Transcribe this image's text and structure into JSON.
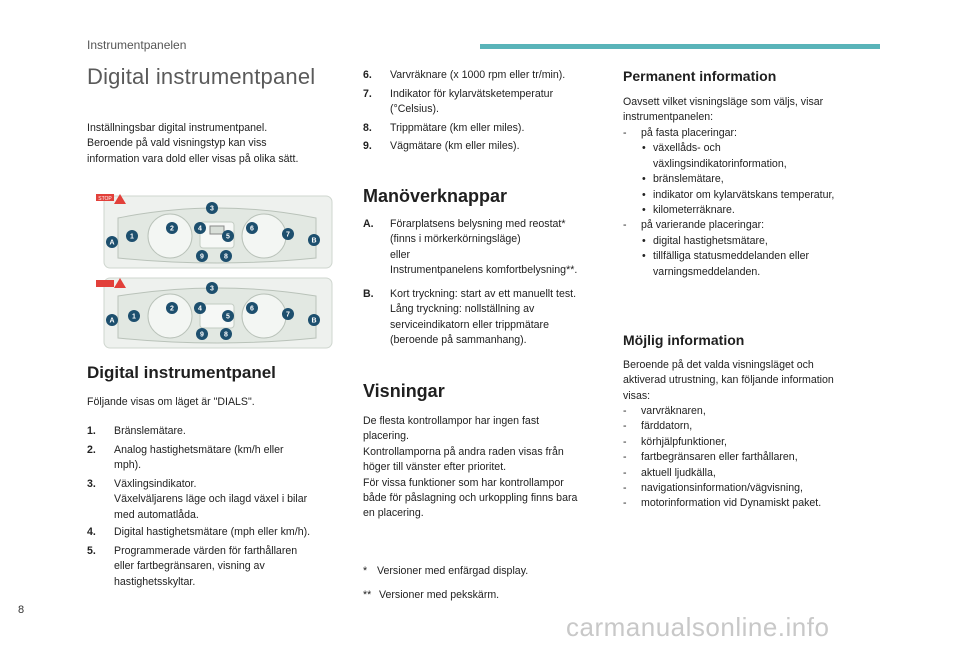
{
  "header": {
    "section": "Instrumentpanelen",
    "accent_color": "#59b4b9"
  },
  "col1": {
    "title": "Digital instrumentpanel",
    "intro": [
      "Inställningsbar digital instrumentpanel.",
      "Beroende på vald visningstyp kan viss",
      "information vara dold eller visas på olika sätt."
    ],
    "diagram_labels": {
      "numbers": [
        "1",
        "2",
        "3",
        "4",
        "5",
        "6",
        "7",
        "8",
        "9"
      ],
      "letters": [
        "A",
        "B"
      ],
      "warning": "STOP"
    },
    "subtitle": "Digital instrumentpanel",
    "subintro": "Följande visas om läget är \"DIALS\".",
    "items": [
      {
        "num": "1.",
        "lines": [
          "Bränslemätare."
        ]
      },
      {
        "num": "2.",
        "lines": [
          "Analog hastighetsmätare (km/h eller",
          "mph)."
        ]
      },
      {
        "num": "3.",
        "lines": [
          "Växlingsindikator.",
          "Växelväljarens läge och ilagd växel i bilar",
          "med automatlåda."
        ]
      },
      {
        "num": "4.",
        "lines": [
          "Digital hastighetsmätare (mph eller km/h)."
        ]
      },
      {
        "num": "5.",
        "lines": [
          "Programmerade värden för farthållaren",
          "eller fartbegränsaren, visning av",
          "hastighetsskyltar."
        ]
      }
    ]
  },
  "col2": {
    "items": [
      {
        "num": "6.",
        "lines": [
          "Varvräknare (x 1000 rpm eller tr/min)."
        ]
      },
      {
        "num": "7.",
        "lines": [
          "Indikator för kylarvätsketemperatur",
          "(°Celsius)."
        ]
      },
      {
        "num": "8.",
        "lines": [
          "Trippmätare (km eller miles)."
        ]
      },
      {
        "num": "9.",
        "lines": [
          "Vägmätare (km eller miles)."
        ]
      }
    ],
    "controls_title": "Manöverknappar",
    "controls": [
      {
        "num": "A.",
        "lines": [
          "Förarplatsens belysning med reostat*",
          "(finns i mörkerkörningsläge)",
          "eller",
          "Instrumentpanelens komfortbelysning**."
        ]
      },
      {
        "num": "B.",
        "lines": [
          "Kort tryckning: start av ett manuellt test.",
          "Lång tryckning: nollställning av",
          "serviceindikatorn eller trippmätare",
          "(beroende på sammanhang)."
        ]
      }
    ],
    "display_title": "Visningar",
    "display_text": [
      "De flesta kontrollampor har ingen fast",
      "placering.",
      "Kontrollamporna på andra raden visas från",
      "höger till vänster efter prioritet.",
      "För vissa funktioner som har kontrollampor",
      "både för påslagning och urkoppling finns bara",
      "en placering."
    ],
    "notes": [
      {
        "mark": "*",
        "text": "Versioner med enfärgad display."
      },
      {
        "mark": "**",
        "text": "Versioner med pekskärm."
      }
    ]
  },
  "col3": {
    "perm_title": "Permanent information",
    "perm_intro": [
      "Oavsett vilket visningsläge som väljs, visar",
      "instrumentpanelen:"
    ],
    "perm_fixed": "på fasta placeringar:",
    "perm_fixed_items": [
      [
        "växellåds- och",
        "växlingsindikatorinformation,"
      ],
      [
        "bränslemätare,"
      ],
      [
        "indikator om kylarvätskans temperatur,"
      ],
      [
        "kilometerräknare."
      ]
    ],
    "perm_var": "på varierande placeringar:",
    "perm_var_items": [
      [
        "digital hastighetsmätare,"
      ],
      [
        "tillfälliga statusmeddelanden eller",
        "varningsmeddelanden."
      ]
    ],
    "poss_title": "Möjlig information",
    "poss_intro": [
      "Beroende på det valda visningsläget och",
      "aktiverad utrustning, kan följande information",
      "visas:"
    ],
    "poss_items": [
      "varvräknaren,",
      "färddatorn,",
      "körhjälpfunktioner,",
      "fartbegränsaren eller farthållaren,",
      "aktuell ljudkälla,",
      "navigationsinformation/vägvisning,",
      "motorinformation vid Dynamiskt paket."
    ]
  },
  "footer": {
    "page": "8",
    "watermark": "carmanualsonline.info"
  }
}
